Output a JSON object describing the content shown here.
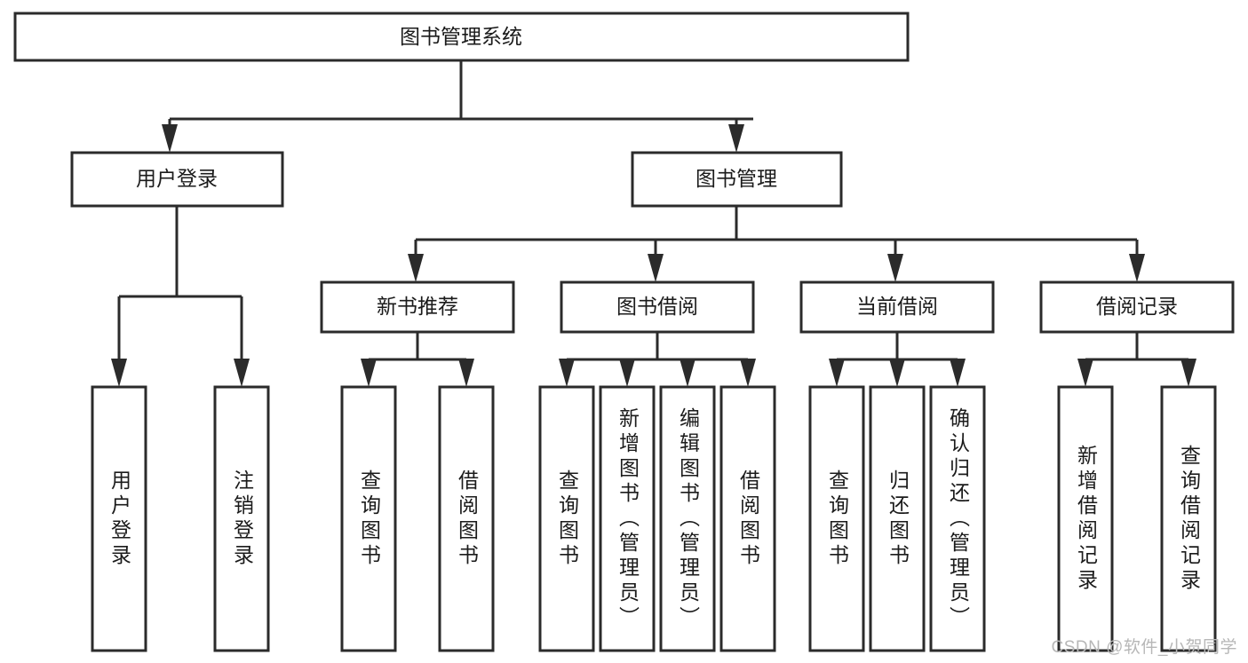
{
  "diagram": {
    "type": "tree-hierarchy-chart",
    "title_text": "图书管理系统",
    "orientation": "top-down",
    "colors": {
      "box_stroke": "#2b2b2b",
      "box_fill": "#ffffff",
      "text": "#1b1b1b",
      "background": "#ffffff",
      "watermark": "#b7b7b7"
    },
    "root": {
      "label": "图书管理系统"
    },
    "level2": [
      {
        "label": "用户登录"
      },
      {
        "label": "图书管理"
      }
    ],
    "level3": [
      {
        "label": "新书推荐"
      },
      {
        "label": "图书借阅"
      },
      {
        "label": "当前借阅"
      },
      {
        "label": "借阅记录"
      }
    ],
    "leaves": {
      "user_login": [
        {
          "label": "用户登录"
        },
        {
          "label": "注销登录"
        }
      ],
      "new_book_recommend": [
        {
          "label": "查询图书"
        },
        {
          "label": "借阅图书"
        }
      ],
      "book_borrow": [
        {
          "label": "查询图书"
        },
        {
          "label": "新增图书（管理员）"
        },
        {
          "label": "编辑图书（管理员）"
        },
        {
          "label": "借阅图书"
        }
      ],
      "current_borrow": [
        {
          "label": "查询图书"
        },
        {
          "label": "归还图书"
        },
        {
          "label": "确认归还（管理员）"
        }
      ],
      "borrow_record": [
        {
          "label": "新增借阅记录"
        },
        {
          "label": "查询借阅记录"
        }
      ]
    }
  },
  "watermark": {
    "text": "CSDN @软件_小贺同学"
  }
}
